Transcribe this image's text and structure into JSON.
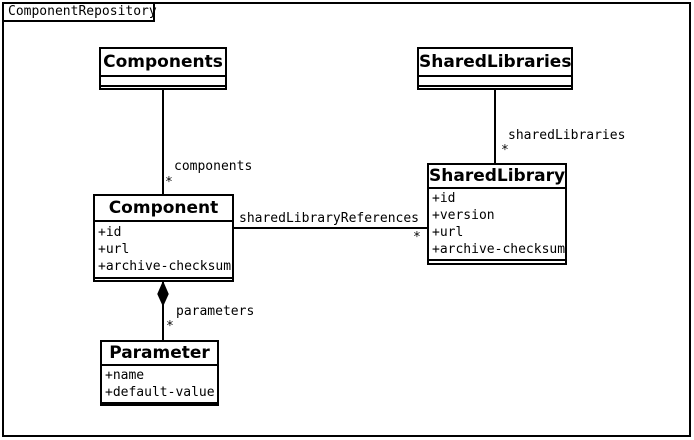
{
  "frame": {
    "label": "ComponentRepository"
  },
  "classes": {
    "components": {
      "name": "Components"
    },
    "sharedlibraries": {
      "name": "SharedLibraries"
    },
    "component": {
      "name": "Component",
      "attributes": [
        "+id",
        "+url",
        "+archive-checksum"
      ]
    },
    "sharedlibrary": {
      "name": "SharedLibrary",
      "attributes": [
        "+id",
        "+version",
        "+url",
        "+archive-checksum"
      ]
    },
    "parameter": {
      "name": "Parameter",
      "attributes": [
        "+name",
        "+default-value"
      ]
    }
  },
  "associations": {
    "components": {
      "label": "components",
      "multiplicity": "*"
    },
    "sharedlibraries": {
      "label": "sharedLibraries",
      "multiplicity": "*"
    },
    "sharedlibraryreferences": {
      "label": "sharedLibraryReferences",
      "multiplicity": "*"
    },
    "parameters": {
      "label": "parameters",
      "multiplicity": "*"
    }
  },
  "colors": {
    "line": "#000000",
    "background": "#ffffff"
  }
}
